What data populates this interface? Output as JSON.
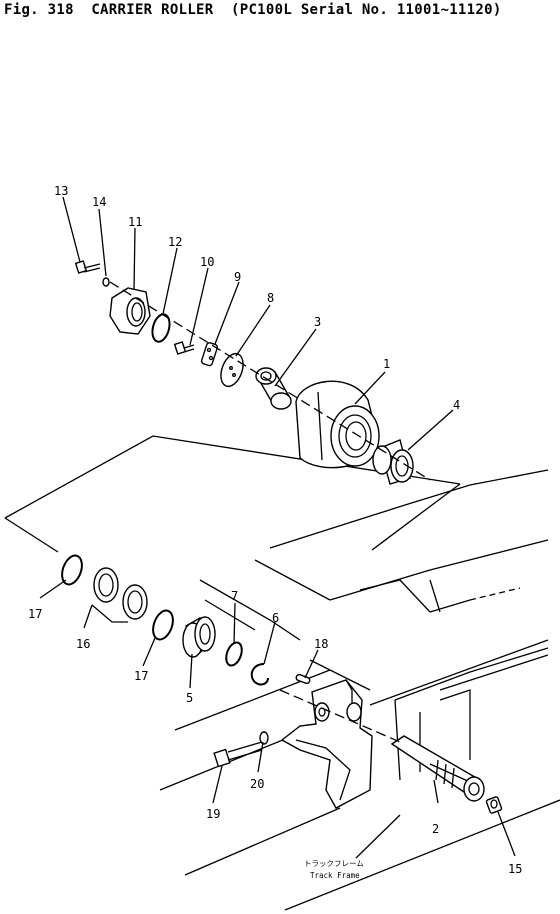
{
  "figure": {
    "number": "Fig. 318",
    "name": "CARRIER ROLLER",
    "scope": "(PC100L Serial No. 11001~11120)"
  },
  "callouts": [
    "1",
    "2",
    "3",
    "4",
    "5",
    "6",
    "7",
    "8",
    "9",
    "10",
    "11",
    "12",
    "13",
    "14",
    "15",
    "16",
    "17",
    "17",
    "18",
    "19",
    "20"
  ],
  "frame_label": {
    "japanese": "トラックフレーム",
    "english": "Track Frame"
  }
}
